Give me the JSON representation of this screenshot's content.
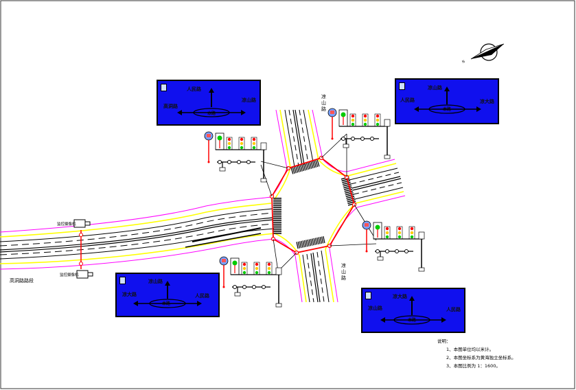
{
  "colors": {
    "sign_blue": "#1010ee",
    "road_edge": "#ff00ff",
    "lane_yellow": "#ffff00",
    "signal_red": "#ff0000",
    "signal_green": "#00cc00",
    "signal_yellow": "#ffcc00",
    "crossing_black": "#000000"
  },
  "icons": [
    "north-arrow-icon",
    "traffic-signal-icon",
    "guide-sign-icon",
    "camera-icon"
  ],
  "roads": {
    "north_name": "凉山路",
    "south_name": "凉山路",
    "west_label": "高洞路路段"
  },
  "cameras": {
    "top_label": "监控摄像机",
    "bottom_label": "监控摄像机"
  },
  "signs": {
    "nw": {
      "top": "人民路",
      "left": "高洞路",
      "right": "凉山路",
      "center": "本路"
    },
    "ne": {
      "top": "凉山路",
      "left": "人民路",
      "right": "凉大路",
      "center": "本路"
    },
    "sw": {
      "top": "凉山路",
      "left": "凉大路",
      "right": "人民路",
      "center": "本路"
    },
    "se": {
      "top": "凉大路",
      "left": "凉山路",
      "right": "人民路",
      "center": "本路"
    }
  },
  "notes": {
    "title": "说明：",
    "items": [
      "1、本图单位均以米计。",
      "2、本图坐标系为黄海独立坐标系。",
      "3、本图比例为 1：1600。"
    ]
  }
}
